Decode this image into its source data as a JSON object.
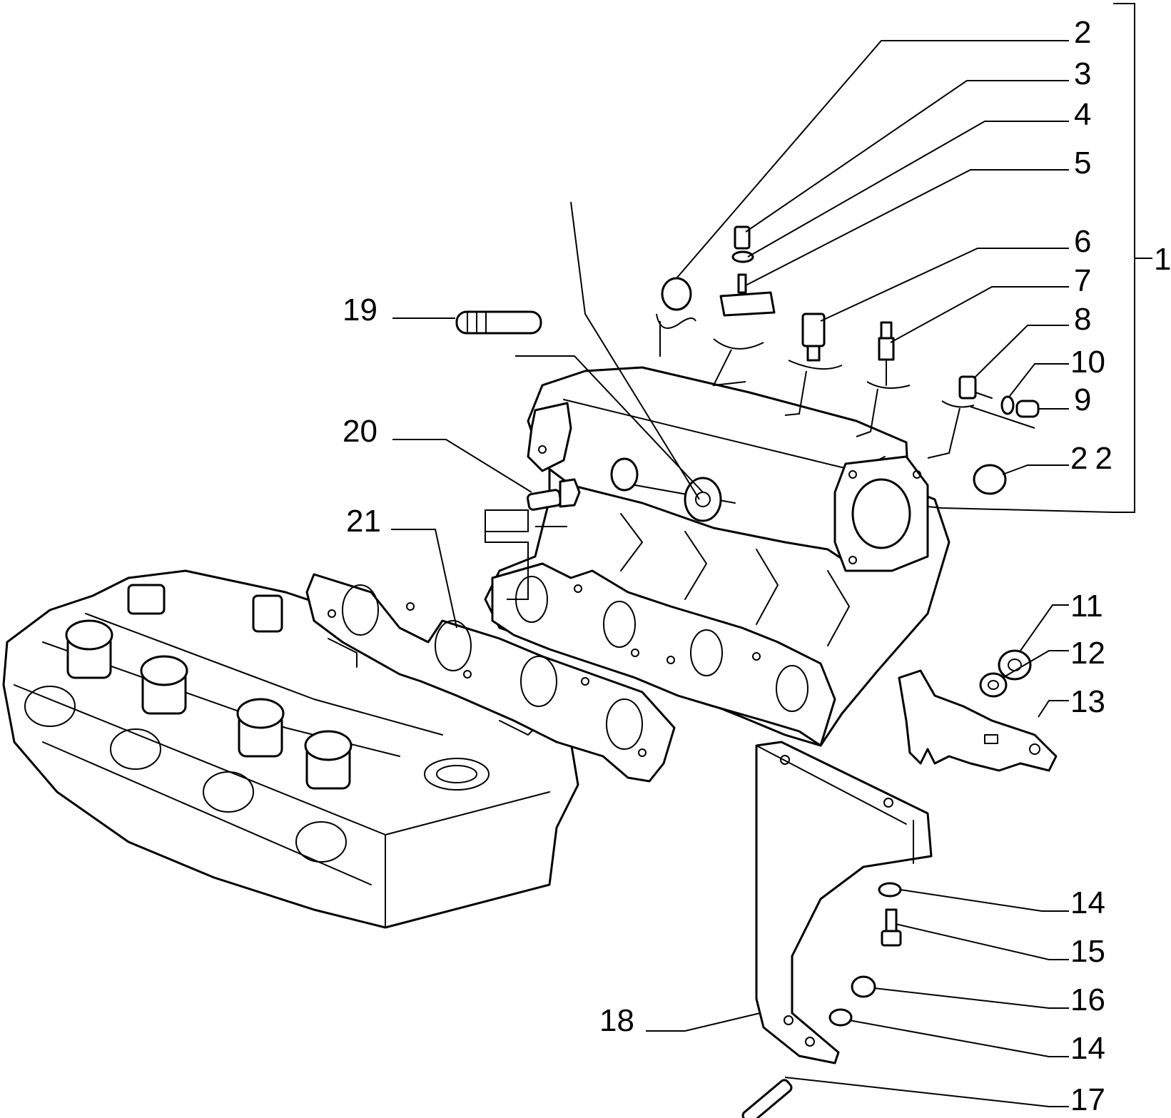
{
  "callouts": {
    "c1": "1",
    "c2": "2",
    "c3": "3",
    "c4": "4",
    "c5": "5",
    "c6": "6",
    "c7": "7",
    "c8": "8",
    "c9": "9",
    "c10": "10",
    "c11": "11",
    "c12": "12",
    "c13": "13",
    "c14a": "14",
    "c14b": "14",
    "c15": "15",
    "c16": "16",
    "c17": "17",
    "c18": "18",
    "c19": "19",
    "c20": "20",
    "c21": "21",
    "c22": "22"
  },
  "parts": {
    "intake_manifold": "intake-manifold",
    "manifold_gasket": "manifold-gasket",
    "cylinder_head": "cylinder-head",
    "support_bracket": "support-bracket",
    "throttle_bracket": "throttle-bracket"
  }
}
